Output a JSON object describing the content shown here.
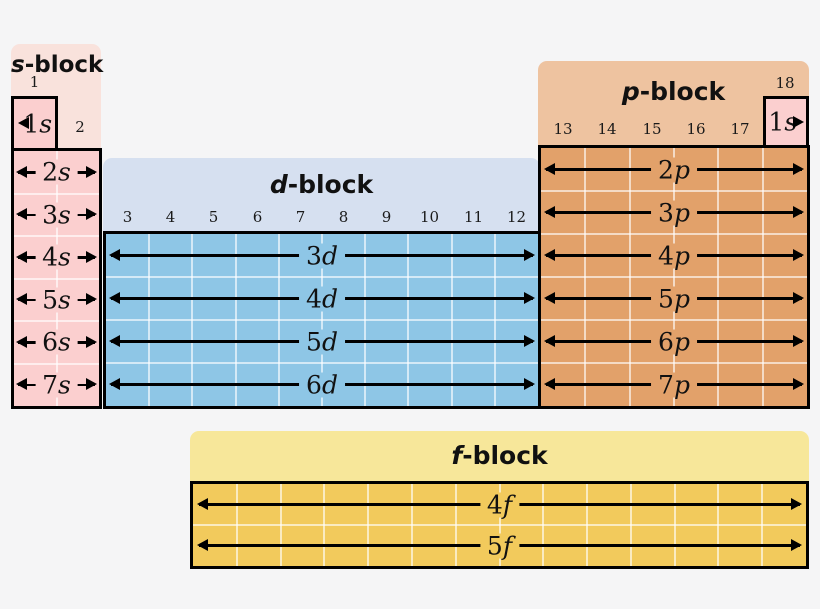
{
  "diagram": {
    "title": "Periodic table blocks and subshell filling order",
    "background": "#f5f5f6"
  },
  "blocks": [
    {
      "id": "s",
      "header_label": "s-block",
      "header_italic": "s",
      "header_rest": "-block",
      "header_fill": "#f9e2dc",
      "cell_fill": "#fbcfcf",
      "group_labels": [
        "1",
        "2"
      ],
      "rows": [
        "1s",
        "2s",
        "3s",
        "4s",
        "5s",
        "6s",
        "7s"
      ],
      "columns": 2
    },
    {
      "id": "d",
      "header_label": "d-block",
      "header_italic": "d",
      "header_rest": "-block",
      "header_fill": "#d6e0f0",
      "cell_fill": "#8ec6e6",
      "group_labels": [
        "3",
        "4",
        "5",
        "6",
        "7",
        "8",
        "9",
        "10",
        "11",
        "12"
      ],
      "rows": [
        "3d",
        "4d",
        "5d",
        "6d"
      ],
      "columns": 10
    },
    {
      "id": "p",
      "header_label": "p-block",
      "header_italic": "p",
      "header_rest": "-block",
      "header_fill": "#eec3a0",
      "cell_fill": "#e2a16a",
      "group_labels": [
        "13",
        "14",
        "15",
        "16",
        "17",
        "18"
      ],
      "rows": [
        "2p",
        "3p",
        "4p",
        "5p",
        "6p",
        "7p"
      ],
      "columns": 6
    },
    {
      "id": "f",
      "header_label": "f-block",
      "header_italic": "f",
      "header_rest": "-block",
      "header_fill": "#f7e79a",
      "cell_fill": "#f2ca5c",
      "group_labels": [],
      "rows": [
        "4f",
        "5f"
      ],
      "columns": 14
    }
  ],
  "special_cells": [
    {
      "id": "hydrogen-1s",
      "label": "1s",
      "label_italic": "s",
      "label_digit": "1",
      "group": "1",
      "arrow": "left"
    },
    {
      "id": "helium-1s",
      "label": "1s",
      "label_italic": "s",
      "label_digit": "1",
      "group": "18",
      "arrow": "right"
    }
  ],
  "colors": {
    "outline": "#000000",
    "gridline": "#ffffff",
    "text": "#111111",
    "s_header": "#f9e2dc",
    "s_cell": "#fbcfcf",
    "d_header": "#d6e0f0",
    "d_cell": "#8ec6e6",
    "p_header": "#eec3a0",
    "p_cell": "#e2a16a",
    "f_header": "#f7e79a",
    "f_cell": "#f2ca5c"
  }
}
